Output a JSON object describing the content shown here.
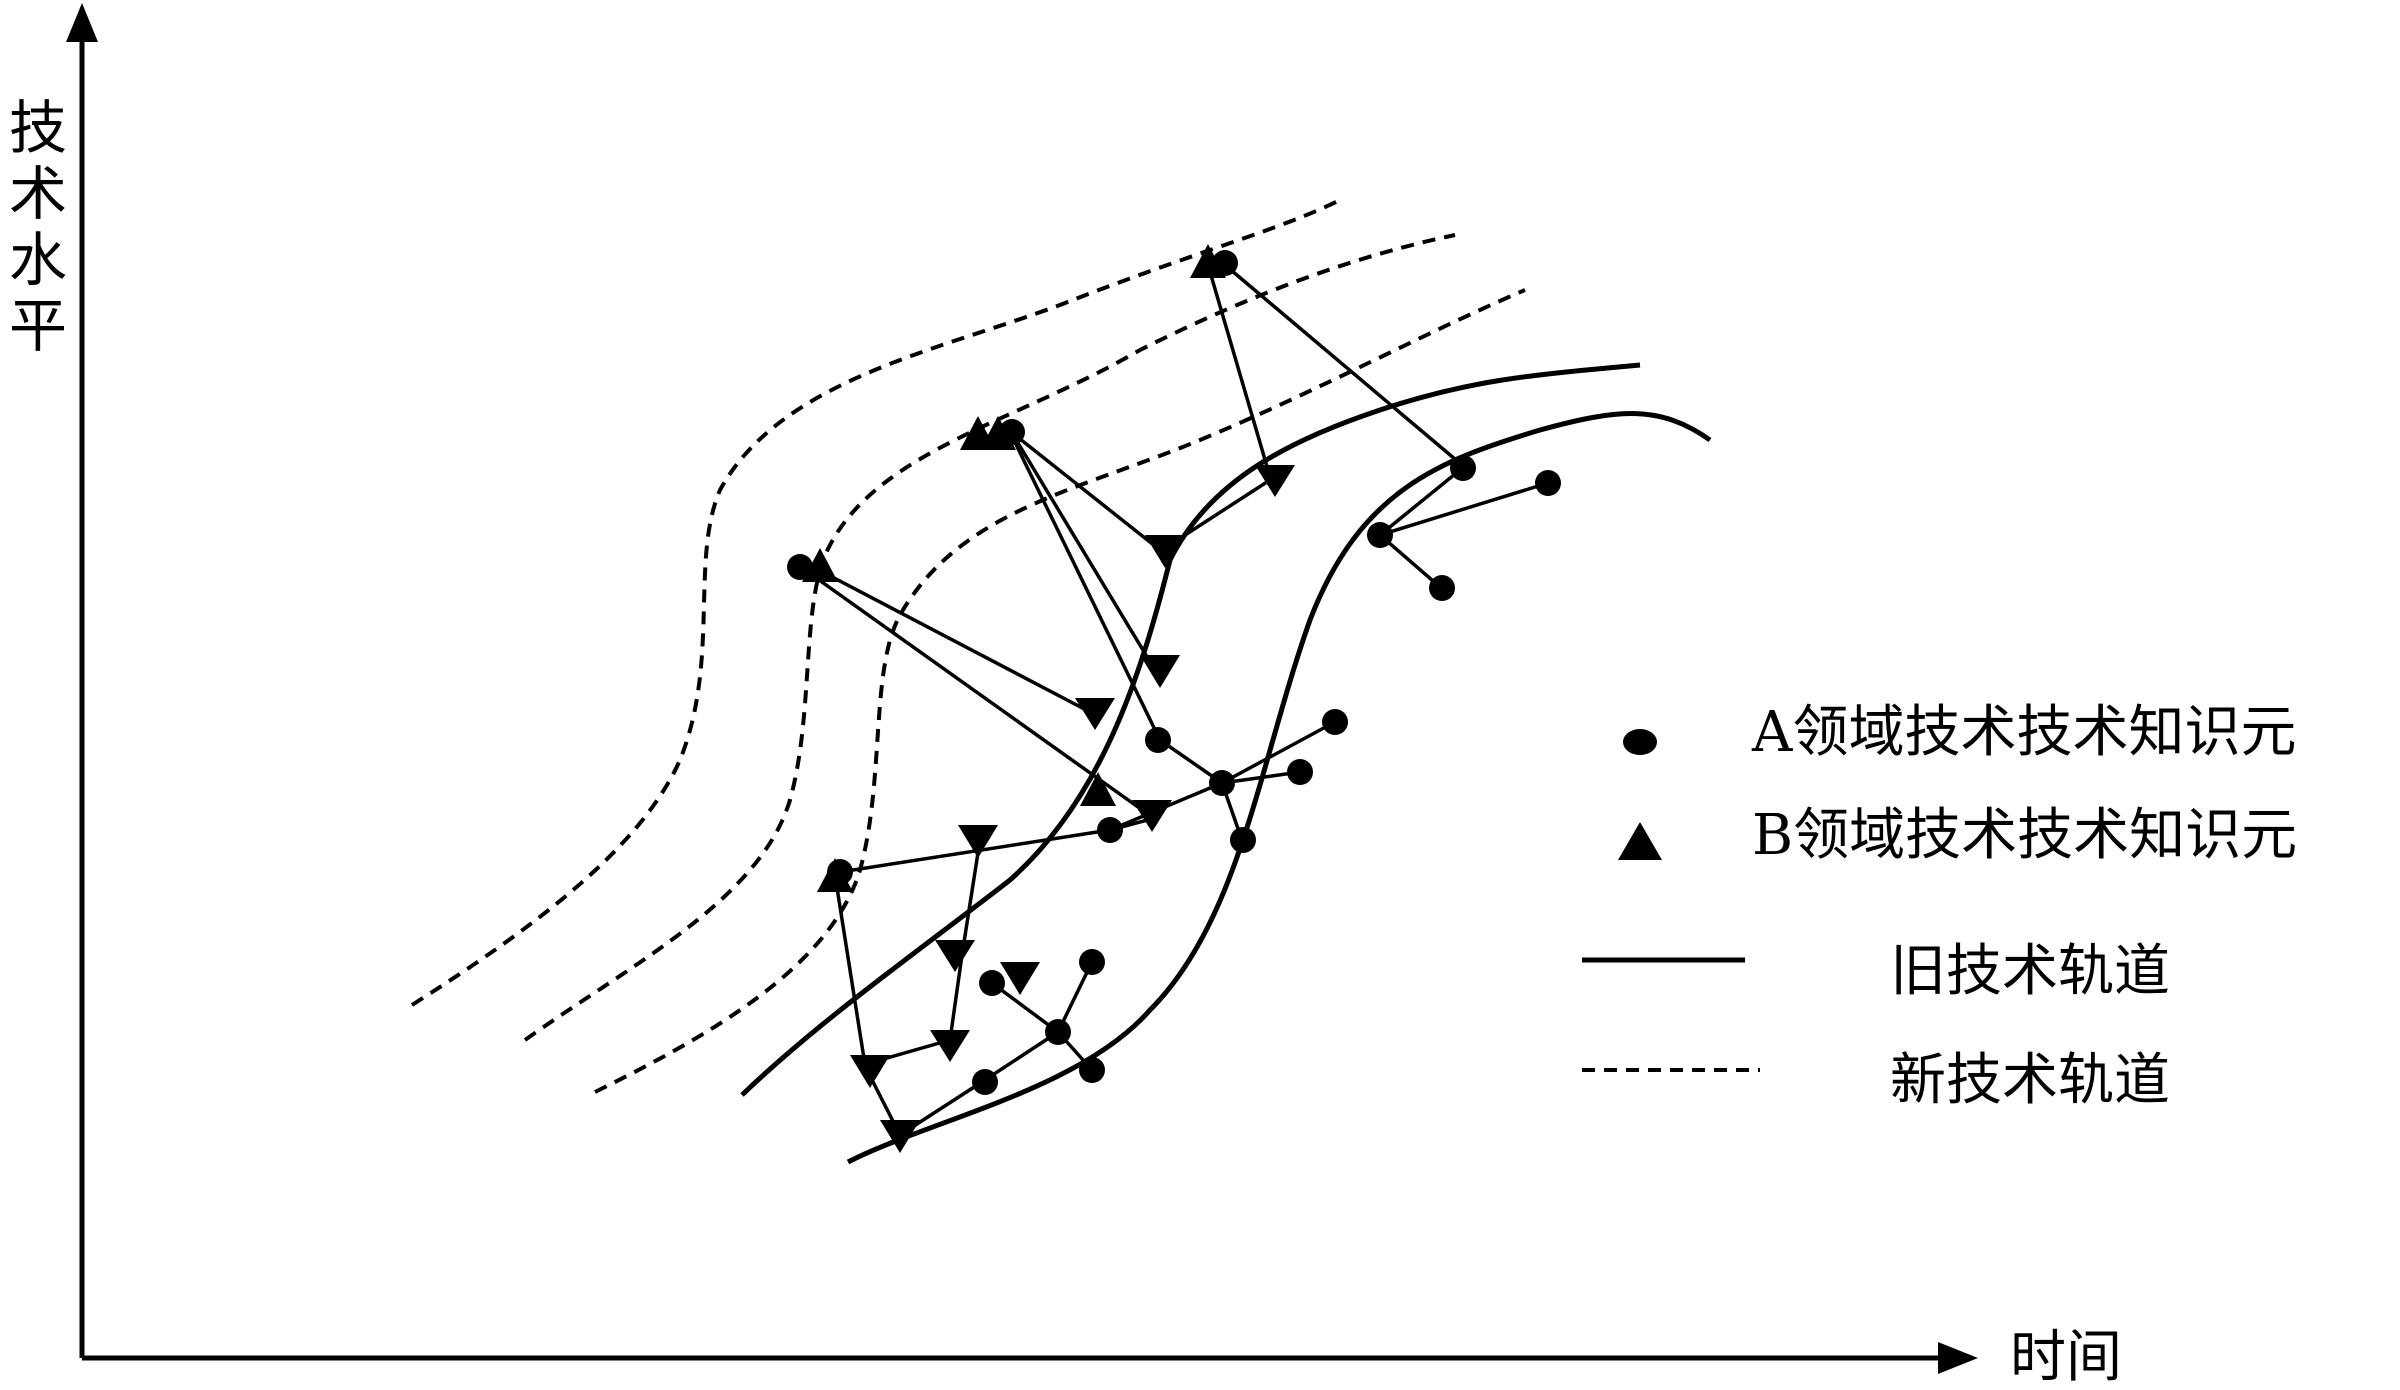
{
  "diagram": {
    "y_axis_label": "技术水平",
    "x_axis_label": "时间",
    "legend": {
      "a_label": "A领域技术技术知识元",
      "b_label": "B领域技术技术知识元",
      "old_label": "旧技术轨道",
      "new_label": "新技术轨道"
    },
    "colors": {
      "ink": "#000000",
      "background": "#ffffff"
    }
  }
}
